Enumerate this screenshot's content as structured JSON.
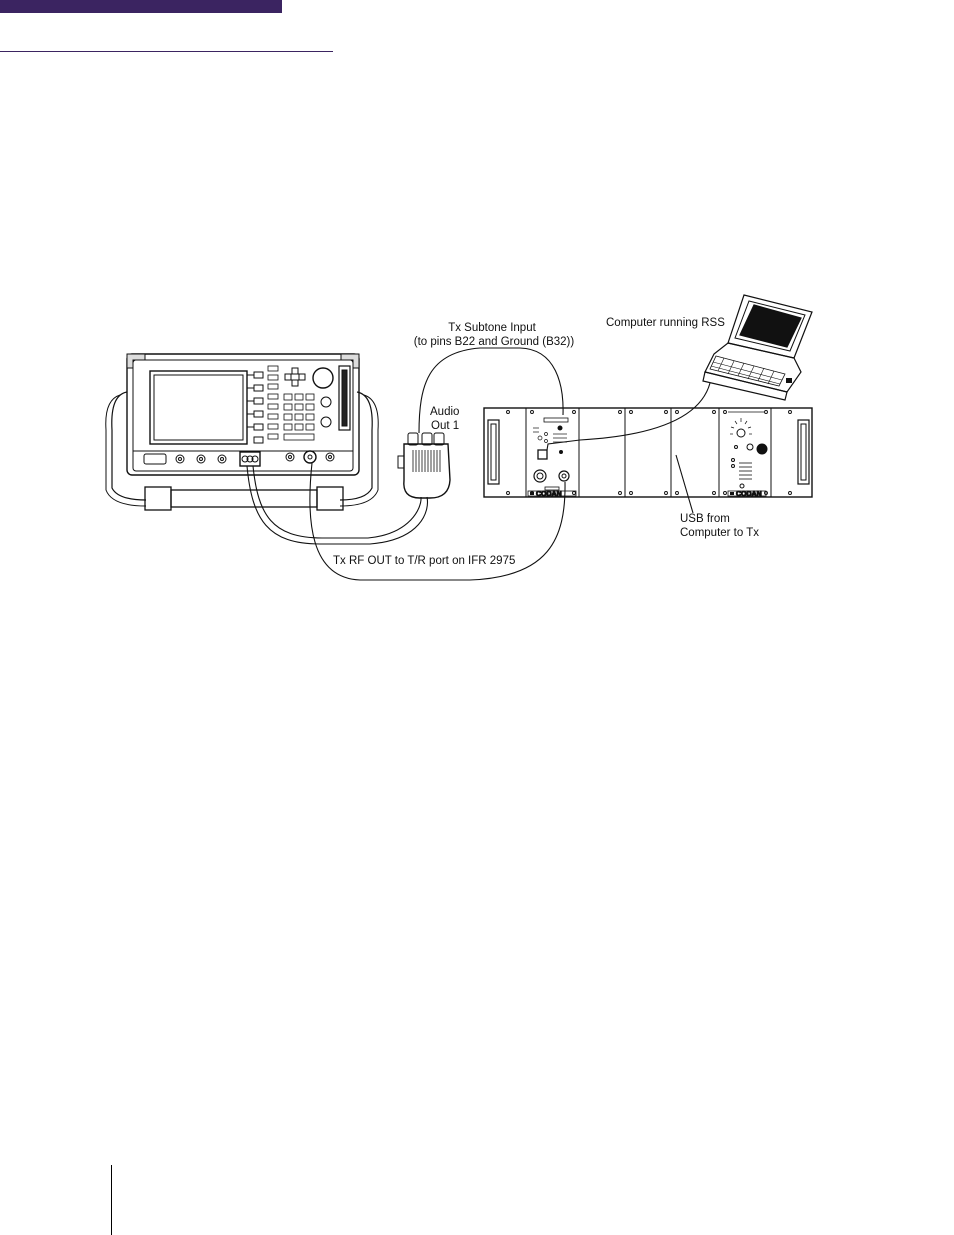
{
  "labels": {
    "tx_subtone_line1": "Tx Subtone Input",
    "tx_subtone_line2": "(to pins B22 and Ground (B32))",
    "computer_rss": "Computer running RSS",
    "audio_out_line1": "Audio",
    "audio_out_line2": "Out 1",
    "usb_line1": "USB from",
    "usb_line2": "Computer to Tx",
    "tx_rf_out": "Tx RF OUT to T/R port on IFR 2975"
  },
  "brand": {
    "codan_left": "CODAN",
    "codan_right": "CODAN"
  },
  "colors": {
    "accent": "#3b2461"
  }
}
